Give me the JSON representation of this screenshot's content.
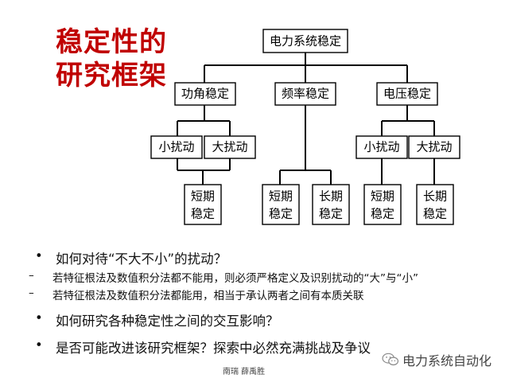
{
  "title": {
    "line1": "稳定性的",
    "line2": "研究框架"
  },
  "diagram": {
    "root": "电力系统稳定",
    "l2": [
      "功角稳定",
      "频率稳定",
      "电压稳定"
    ],
    "l3": [
      "小扰动",
      "大扰动",
      "小扰动",
      "大扰动"
    ],
    "l4": [
      [
        "短期",
        "稳定"
      ],
      [
        "短期",
        "稳定"
      ],
      [
        "长期",
        "稳定"
      ],
      [
        "短期",
        "稳定"
      ],
      [
        "长期",
        "稳定"
      ]
    ]
  },
  "bullets": [
    {
      "level": 1,
      "marker": "•",
      "text": "如何对待“不大不小”的扰动？"
    },
    {
      "level": 2,
      "marker": "–",
      "text": "若特征根法及数值积分法都不能用，则必须严格定义及识别扰动的“大”与“小”"
    },
    {
      "level": 2,
      "marker": "–",
      "text": "若特征根法及数值积分法都能用，相当于承认两者之间有本质关联"
    },
    {
      "level": 1,
      "marker": "•",
      "text": "如何研究各种稳定性之间的交互影响？"
    },
    {
      "level": 1,
      "marker": "•",
      "text": "是否可能改进该研究框架？探索中必然充满挑战及争议"
    }
  ],
  "footer": "南瑞  薛禹胜",
  "watermark": "电力系统自动化"
}
